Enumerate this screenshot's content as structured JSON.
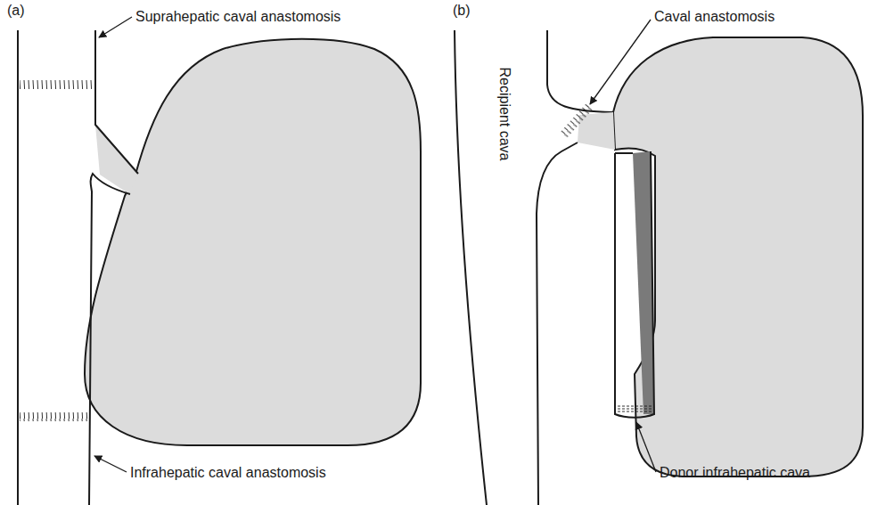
{
  "diagram": {
    "labels": [
      "(a)",
      "(b)",
      "Suprahepatic caval anastomosis",
      "Infrahepatic caval anastomosis",
      "Caval anastomosis",
      "Recipient cava",
      "Donor infrahepatic cava"
    ]
  }
}
